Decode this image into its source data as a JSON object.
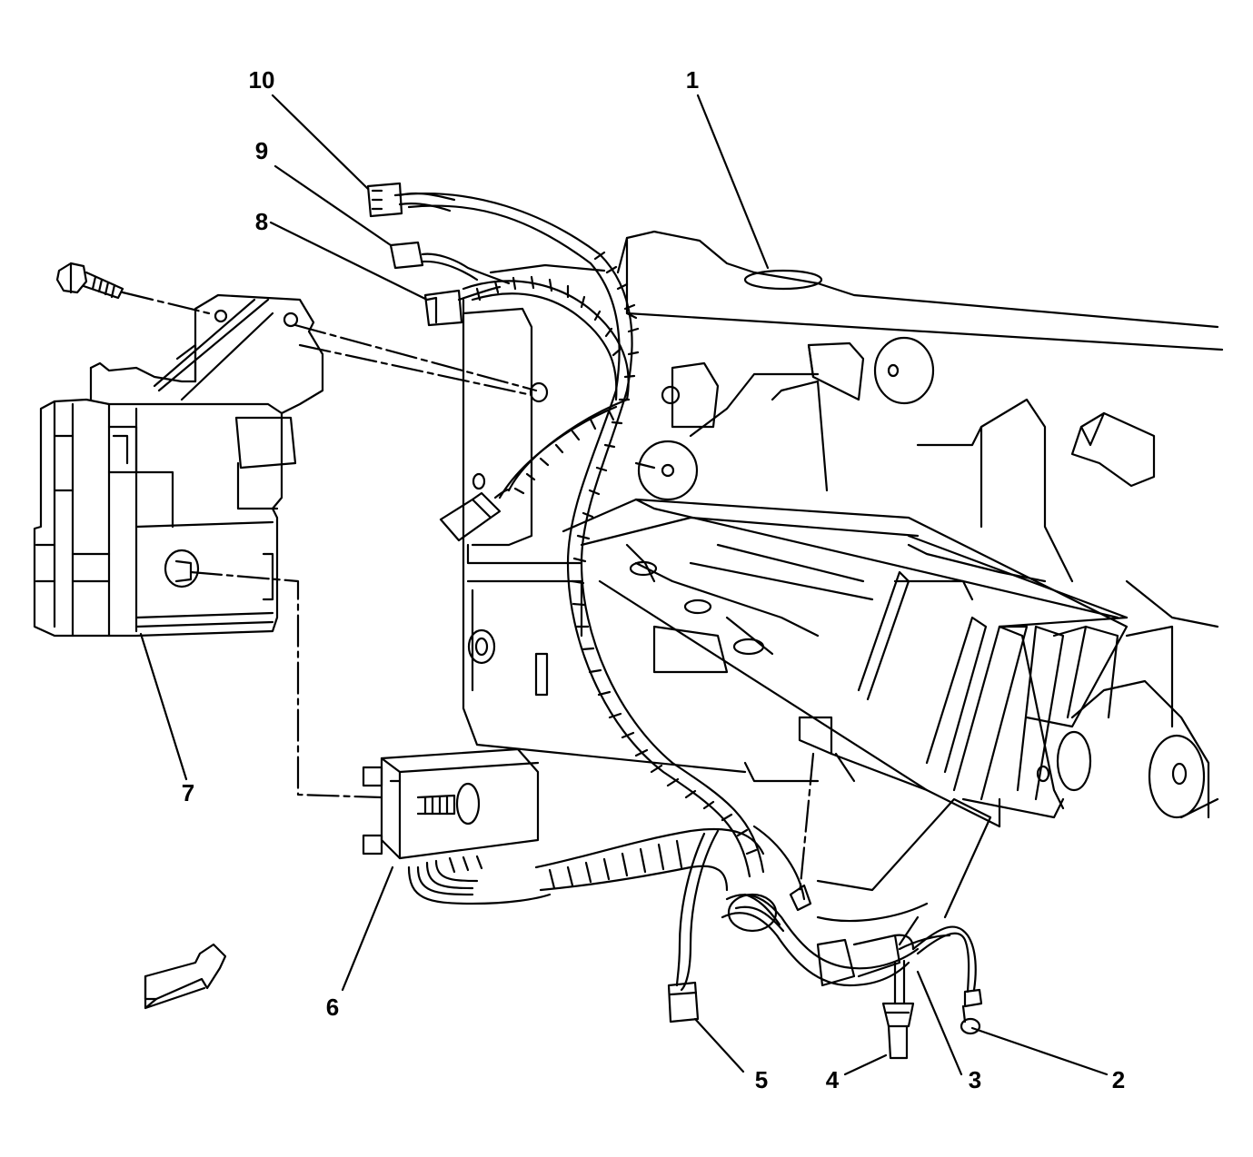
{
  "callouts": [
    {
      "id": "c1",
      "text": "1"
    },
    {
      "id": "c2",
      "text": "2"
    },
    {
      "id": "c3",
      "text": "3"
    },
    {
      "id": "c4",
      "text": "4"
    },
    {
      "id": "c5",
      "text": "5"
    },
    {
      "id": "c6",
      "text": "6"
    },
    {
      "id": "c7",
      "text": "7"
    },
    {
      "id": "c8",
      "text": "8"
    },
    {
      "id": "c9",
      "text": "9"
    },
    {
      "id": "c10",
      "text": "10"
    }
  ],
  "colors": {
    "line": "#000000",
    "background": "#ffffff"
  }
}
